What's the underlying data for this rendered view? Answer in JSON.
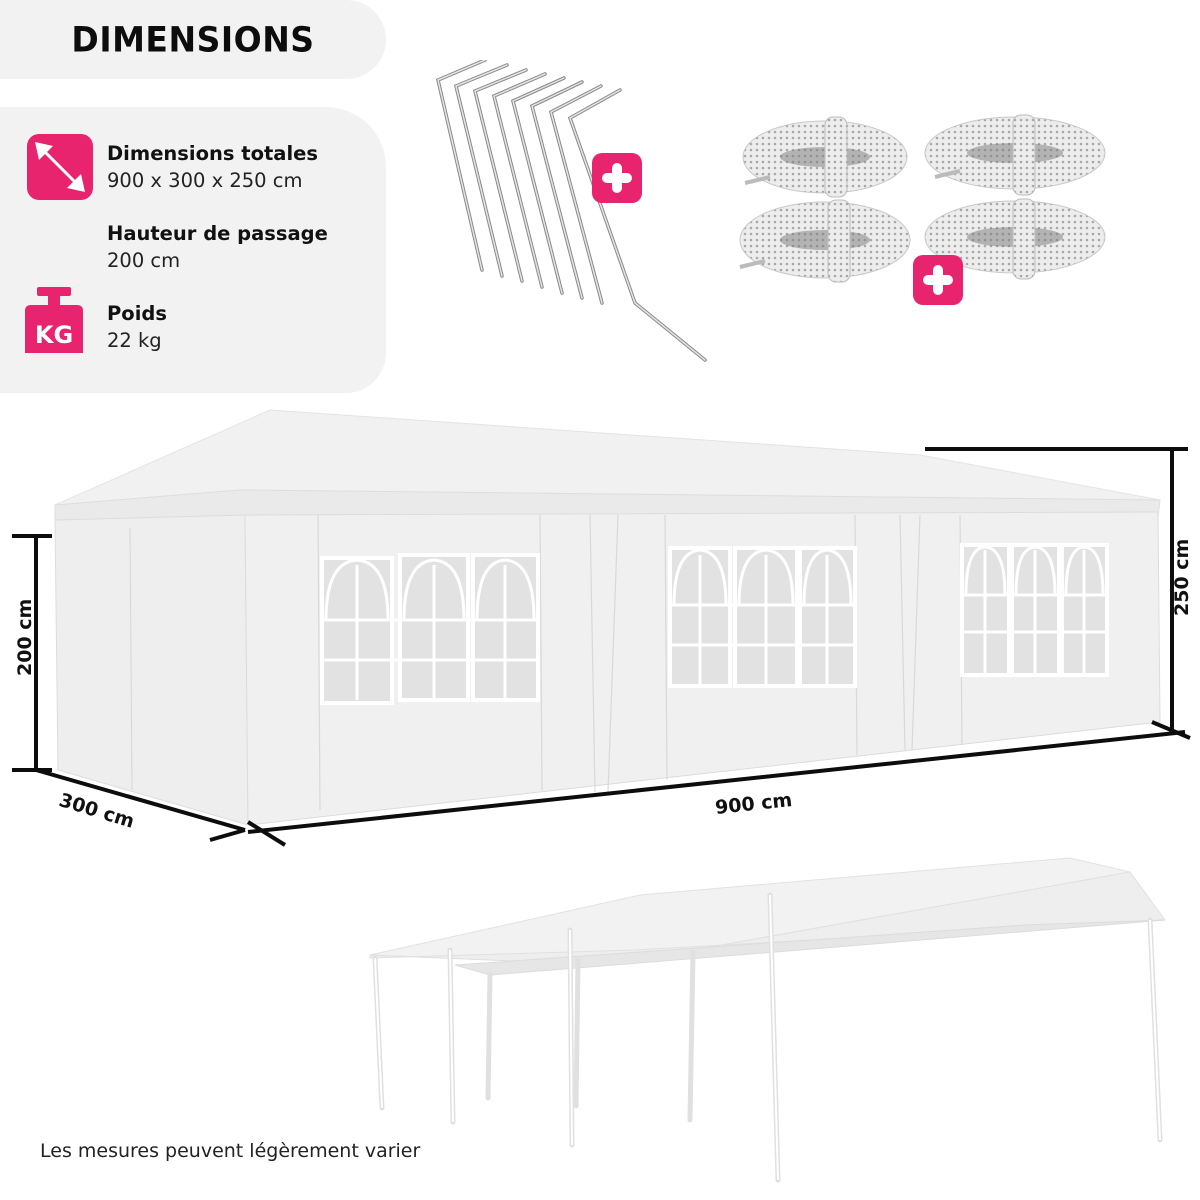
{
  "header": {
    "title": "DIMENSIONS"
  },
  "specs": [
    {
      "icon": "diagonal-arrows-icon",
      "label": "Dimensions totales",
      "value": "900 x 300 x 250 cm"
    },
    {
      "icon": null,
      "label": "Hauteur de passage",
      "value": "200 cm"
    },
    {
      "icon": "kg-weight-icon",
      "icon_text": "KG",
      "label": "Poids",
      "value": "22 kg"
    }
  ],
  "accessories": {
    "pegs": {
      "count": 8,
      "badge": "+"
    },
    "ropes": {
      "count": 4,
      "badge": "+"
    }
  },
  "diagram": {
    "height_passage": "200 cm",
    "depth": "300 cm",
    "length": "900 cm",
    "height_total": "250 cm"
  },
  "footnote": "Les mesures peuvent légèrement varier",
  "colors": {
    "accent": "#e8246e",
    "panel_bg": "#f2f2f2",
    "dimension_line": "#0d0d0d"
  }
}
